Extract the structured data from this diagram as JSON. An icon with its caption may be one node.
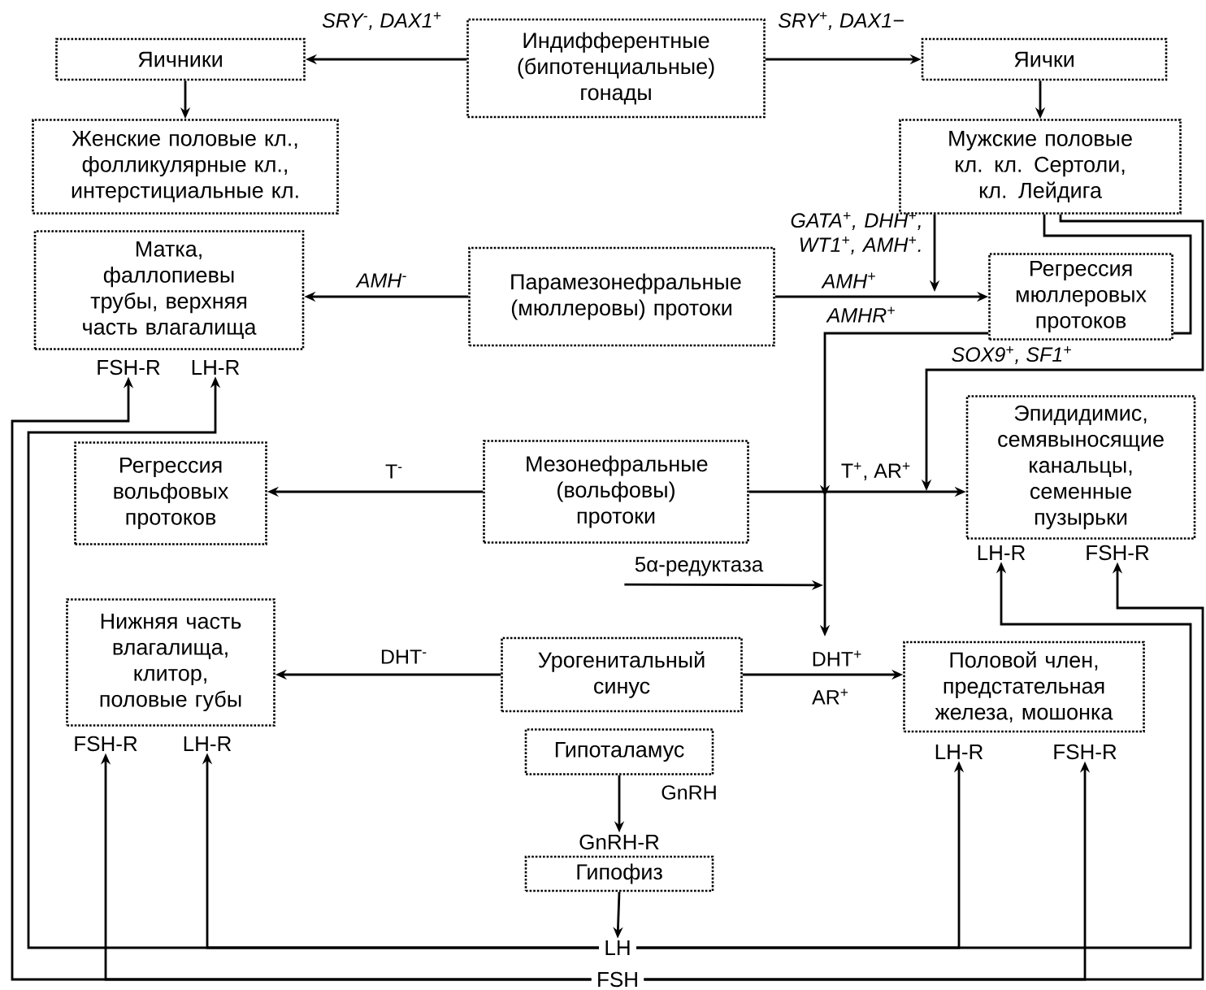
{
  "diagram": {
    "nodes": [
      {
        "text": [
          "Индифферентные (бипотенциальные) гонады"
        ]
      },
      {
        "text": [
          "Яичники"
        ]
      },
      {
        "text": [
          "Яички"
        ]
      },
      {
        "text": [
          "Женские половые кл., фолликулярные кл., интерстициальные кл."
        ]
      },
      {
        "text": [
          "Мужские половые кл. кл. Сертоли, кл. Лейдига"
        ]
      },
      {
        "text": [
          "Матка, фаллопиевы трубы, верхняя часть влагалища"
        ]
      },
      {
        "text": [
          "Парамезонефральные (мюллеровы) протоки"
        ]
      },
      {
        "text": [
          "Регрессия мюллеровых протоков"
        ]
      },
      {
        "text": [
          "Регрессия вольфовых протоков"
        ]
      },
      {
        "text": [
          "Мезонефральные (вольфовы) протоки"
        ]
      },
      {
        "text": [
          "Эпидидимис, семявыносящие канальцы, семенные пузырьки"
        ]
      },
      {
        "text": [
          "Нижняя часть влагалища, клитор, половые губы"
        ]
      },
      {
        "text": [
          "Урогенитальный синус"
        ]
      },
      {
        "text": [
          "Половой член, предстательная железа, мошонка"
        ]
      },
      {
        "text": [
          "Гипоталамус"
        ]
      },
      {
        "text": [
          "Гипофиз"
        ],
        "beside": [
          "GnRH-R"
        ]
      },
      {
        "text": [
          "FSH-R"
        ]
      },
      {
        "text": [
          "LH-R"
        ]
      },
      {
        "text": [
          "LH-R"
        ]
      },
      {
        "text": [
          "FSH-R"
        ]
      },
      {
        "text": [
          "FSH-R"
        ]
      },
      {
        "text": [
          "LH-R"
        ]
      },
      {
        "text": [
          "LH-R"
        ]
      },
      {
        "text": [
          "FSH-R"
        ]
      },
      {
        "text": [
          "LH"
        ]
      },
      {
        "text": [
          "FSH"
        ]
      },
      {
        "text": [
          "5α-редуктаза"
        ]
      }
    ],
    "edges": [
      {
        "from": 0,
        "to": 1,
        "arrow": "to",
        "label": "SRY$^{-}$, DAX1$^{+}$"
      },
      {
        "from": 0,
        "to": 2,
        "arrow": "to",
        "label": "SRY$^{+}$, DAX1−"
      },
      {
        "from": 1,
        "to": 3,
        "arrow": "to"
      },
      {
        "from": 2,
        "to": 4,
        "arrow": "to"
      },
      {
        "from": 6,
        "to": 5,
        "arrow": "to",
        "label": "AMH$^{-}$"
      },
      {
        "from": 6,
        "to": 7,
        "arrow": "to",
        "label": "AMH$^{+}$"
      },
      {
        "from": 4,
        "to": null,
        "arrow": "to",
        "label": "GATA$^{+}$, DHH$^{+}$, WT1$^{+}$, AMH$^{+}$."
      },
      {
        "from": 4,
        "to": 7,
        "arrow": "none"
      },
      {
        "from": 7,
        "to": null,
        "arrow": "to"
      },
      {
        "from": 4,
        "to": null,
        "arrow": "to",
        "label": "SOX9$^{+}$, SF1$^{+}$"
      },
      {
        "from": 9,
        "to": 8,
        "arrow": "to",
        "label": "T$^{-}$"
      },
      {
        "from": 9,
        "to": 10,
        "arrow": "to",
        "label": "T$^{+}$, AR$^{+}$"
      },
      {
        "from": 26,
        "to": null,
        "arrow": "to"
      },
      {
        "from": 12,
        "to": 11,
        "arrow": "to",
        "label": "DHT$^{-}$"
      },
      {
        "from": 12,
        "to": 13,
        "arrow": "to",
        "label": "DHT$^{+}$"
      },
      {
        "from": 14,
        "to": 15,
        "arrow": "to",
        "label": "GnRH"
      },
      {
        "from": 15,
        "to": 24,
        "arrow": "to"
      },
      {
        "from": 24,
        "to": 17,
        "arrow": "to"
      },
      {
        "from": 24,
        "to": 21,
        "arrow": "to"
      },
      {
        "from": 24,
        "to": 18,
        "arrow": "to"
      },
      {
        "from": 24,
        "to": 22,
        "arrow": "to"
      },
      {
        "from": 25,
        "to": 16,
        "arrow": "to"
      },
      {
        "from": 25,
        "to": 20,
        "arrow": "to"
      },
      {
        "from": 25,
        "to": 19,
        "arrow": "to"
      },
      {
        "from": 25,
        "to": 23,
        "arrow": "to"
      }
    ],
    "labels": [
      "AMHR$^{+}$",
      "AR$^{+}$"
    ]
  }
}
